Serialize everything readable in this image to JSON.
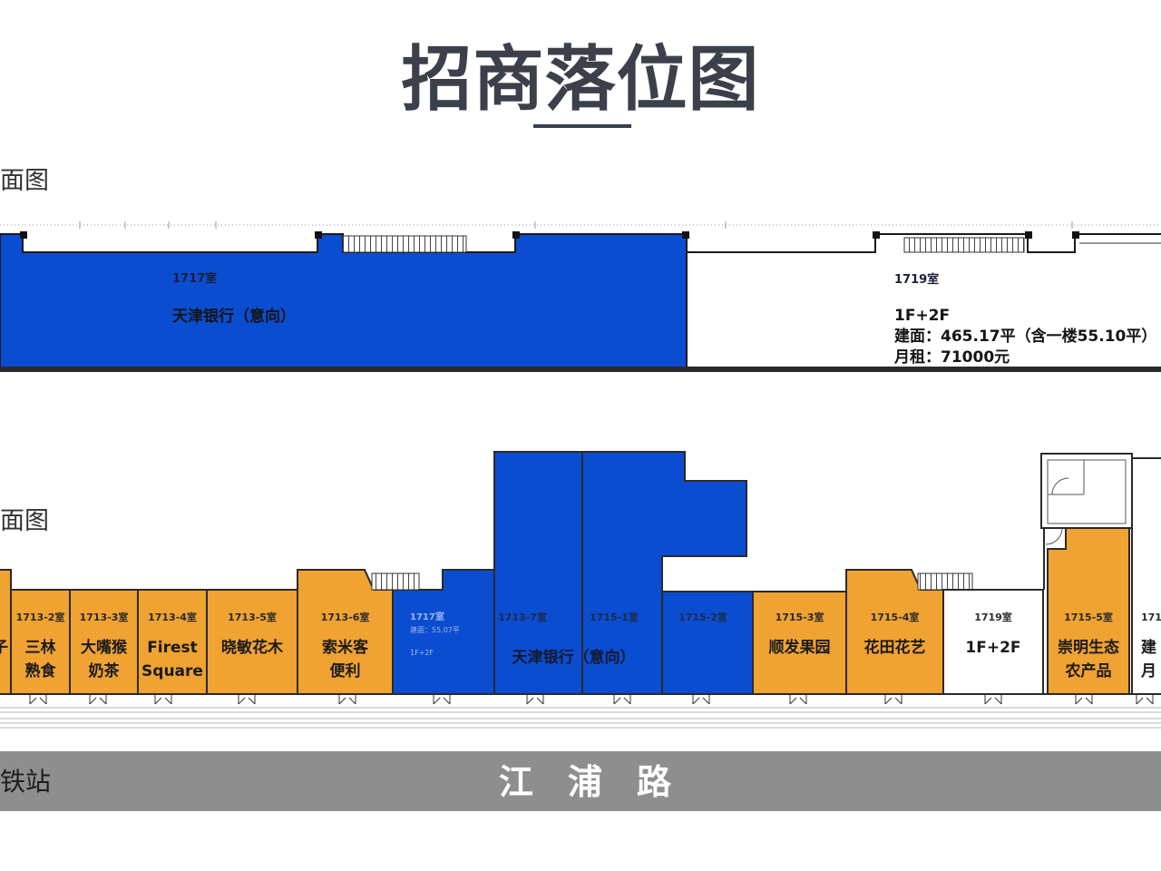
{
  "title": "招商落位图",
  "colors": {
    "bank": "#0b4dd0",
    "retail": "#f0a232",
    "vacant": "#ffffff",
    "road": "#8e8e8e"
  },
  "upper_floor": {
    "label": "面图",
    "bank_unit": {
      "room": "1717室",
      "tenant": "天津银行（意向）"
    },
    "vacant_unit": {
      "room": "1719室",
      "floors": "1F+2F",
      "area": "建面：465.17平（含一楼55.10平）",
      "rent": "月租：71000元"
    }
  },
  "lower_floor": {
    "label": "面图",
    "shared_tenant": "天津银行（意向）",
    "units": [
      {
        "lines": [
          "子"
        ]
      },
      {
        "room": "1713-2室",
        "lines": [
          "三林",
          "熟食"
        ]
      },
      {
        "room": "1713-3室",
        "lines": [
          "大嘴猴",
          "奶茶"
        ]
      },
      {
        "room": "1713-4室",
        "lines": [
          "Firest",
          "Square"
        ]
      },
      {
        "room": "1713-5室",
        "lines": [
          "晓敏花木"
        ]
      },
      {
        "room": "1713-6室",
        "lines": [
          "索米客",
          "便利"
        ]
      },
      {
        "room": "1717室",
        "area": "建面：55.07平",
        "floors": "1F+2F"
      },
      {
        "room": "1713-7室"
      },
      {
        "room": "1715-1室"
      },
      {
        "room": "1715-2室"
      },
      {
        "room": "1715-3室",
        "lines": [
          "顺发果园"
        ]
      },
      {
        "room": "1715-4室",
        "lines": [
          "花田花艺"
        ]
      },
      {
        "room": "1719室",
        "lines": [
          "1F+2F"
        ]
      },
      {
        "room": "1715-5室",
        "lines": [
          "崇明生态",
          "农产品"
        ]
      },
      {
        "room": "171",
        "lines": [
          "建",
          "月"
        ]
      }
    ]
  },
  "road": {
    "name": "江　浦　路",
    "left_label": "铁站"
  }
}
